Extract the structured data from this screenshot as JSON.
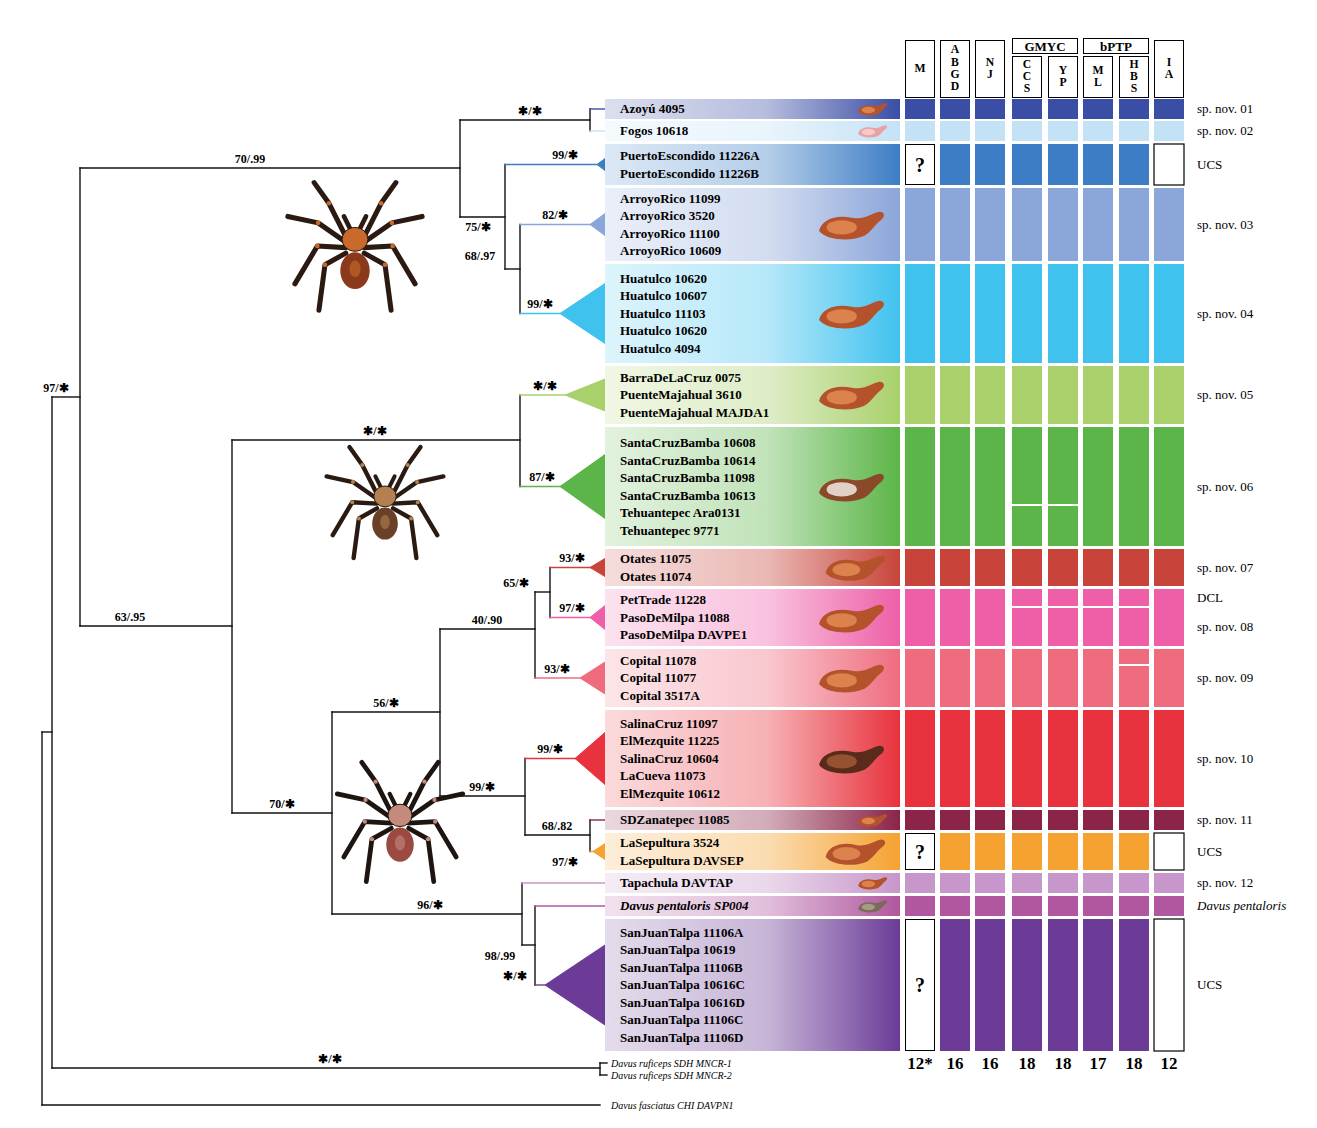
{
  "diagram": {
    "nodes": [
      {
        "text": [
          "M"
        ]
      },
      {
        "text": [
          "ABGD"
        ]
      },
      {
        "text": [
          "NJ"
        ]
      },
      {
        "text": [
          "GMYC"
        ]
      },
      {
        "text": [
          "CCS"
        ]
      },
      {
        "text": [
          "YP"
        ]
      },
      {
        "text": [
          "bPTP"
        ]
      },
      {
        "text": [
          "ML"
        ]
      },
      {
        "text": [
          "HBS"
        ]
      },
      {
        "text": [
          "IA"
        ]
      },
      {
        "text": [
          "Azoyú 4095"
        ]
      },
      {
        "text": [
          "Fogos 10618"
        ]
      },
      {
        "text": [
          "PuertoEscondido 11226A",
          "PuertoEscondido 11226B"
        ]
      },
      {
        "text": [
          "?"
        ]
      },
      {
        "text": [
          "ArroyoRico 11099",
          "ArroyoRico 3520",
          "ArroyoRico 11100",
          "ArroyoRico 10609"
        ]
      },
      {
        "text": [
          "Huatulco 10620",
          "Huatulco 10607",
          "Huatulco 11103",
          "Huatulco 10620",
          "Huatulco 4094"
        ]
      },
      {
        "text": [
          "BarraDeLaCruz 0075",
          "PuenteMajahual 3610",
          "PuenteMajahual MAJDA1"
        ]
      },
      {
        "text": [
          "SantaCruzBamba 10608",
          "SantaCruzBamba 10614",
          "SantaCruzBamba 11098",
          "SantaCruzBamba 10613",
          "Tehuantepec Ara0131",
          "Tehuantepec 9771"
        ]
      },
      {
        "text": [
          "Otates 11075",
          "Otates 11074"
        ]
      },
      {
        "text": [
          "PetTrade 11228",
          "PasoDeMilpa 11088",
          "PasoDeMilpa DAVPE1"
        ]
      },
      {
        "text": [
          "Copital 11078",
          "Copital 11077",
          "Copital 3517A"
        ]
      },
      {
        "text": [
          "SalinaCruz 11097",
          "ElMezquite 11225",
          "SalinaCruz 10604",
          "LaCueva 11073",
          "ElMezquite 10612"
        ]
      },
      {
        "text": [
          "SDZanatepec 11085"
        ]
      },
      {
        "text": [
          "LaSepultura 3524",
          "LaSepultura DAVSEP"
        ]
      },
      {
        "text": [
          "?"
        ]
      },
      {
        "text": [
          "Tapachula DAVTAP"
        ]
      },
      {
        "text": [
          "Davus pentaloris SP004"
        ]
      },
      {
        "text": [
          "SanJuanTalpa 11106A",
          "SanJuanTalpa 10619",
          "SanJuanTalpa 11106B",
          "SanJuanTalpa 10616C",
          "SanJuanTalpa 10616D",
          "SanJuanTalpa 11106C",
          "SanJuanTalpa 11106D"
        ]
      },
      {
        "text": [
          "?"
        ]
      }
    ],
    "labels": [
      "70/.99",
      "97/✱",
      "✱/✱",
      "99/✱",
      "75/✱",
      "82/✱",
      "68/.97",
      "99/✱",
      "✱/✱",
      "✱/✱",
      "87/✱",
      "63/.95",
      "93/✱",
      "65/✱",
      "97/✱",
      "40/.90",
      "93/✱",
      "56/✱",
      "99/✱",
      "99/✱",
      "70/✱",
      "68/.82",
      "97/✱",
      "96/✱",
      "98/.99",
      "✱/✱",
      "✱/✱",
      "sp. nov. 01",
      "sp. nov. 02",
      "UCS",
      "sp. nov. 03",
      "sp. nov. 04",
      "sp. nov. 05",
      "sp. nov. 06",
      "sp. nov. 07",
      "DCL",
      "sp. nov. 08",
      "sp. nov. 09",
      "sp. nov. 10",
      "sp. nov. 11",
      "UCS",
      "sp. nov. 12",
      "Davus pentaloris",
      "UCS",
      "12*",
      "16",
      "16",
      "18",
      "18",
      "17",
      "18",
      "12",
      "Davus ruficeps SDH MNCR-1",
      "Davus ruficeps SDH MNCR-2",
      "Davus fasciatus CHI DAVPN1"
    ]
  }
}
